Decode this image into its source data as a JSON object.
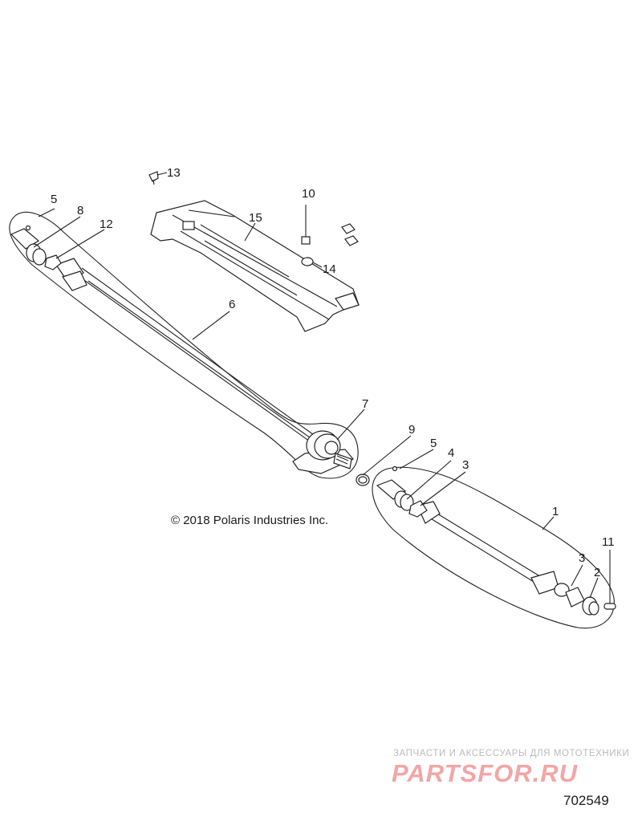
{
  "copyright": "© 2018 Polaris Industries Inc.",
  "drawing_number": "702549",
  "watermark": {
    "tagline": "ЗАПЧАСТИ И АКСЕССУАРЫ ДЛЯ МОТОТЕХНИКИ",
    "logo": "PARTSFOR.RU"
  },
  "callouts": {
    "c1": "1",
    "c2": "2",
    "c3a": "3",
    "c3b": "3",
    "c4": "4",
    "c5a": "5",
    "c5b": "5",
    "c6": "6",
    "c7": "7",
    "c8": "8",
    "c9": "9",
    "c10": "10",
    "c11": "11",
    "c12": "12",
    "c13": "13",
    "c14": "14",
    "c15": "15"
  }
}
